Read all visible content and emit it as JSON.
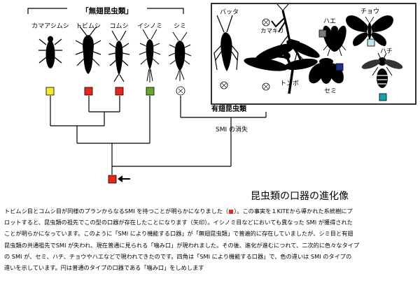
{
  "groups": {
    "wingless": "「無翅昆虫類」",
    "winged": "有翅昆虫類"
  },
  "taxa": [
    {
      "label": "カマアシムシ",
      "color": "#f4e82a",
      "marker": "square"
    },
    {
      "label": "トビムシ",
      "color": "#e8271c",
      "marker": "square"
    },
    {
      "label": "コムシ",
      "color": "#e8271c",
      "marker": "square"
    },
    {
      "label": "イシノミ",
      "color": "#67a631",
      "marker": "square"
    },
    {
      "label": "シミ",
      "color": "#ffffff",
      "marker": "circle"
    }
  ],
  "winged_insects": [
    {
      "label": "バッタ",
      "color": "#ffffff",
      "marker": "circle"
    },
    {
      "label": "カマキリ",
      "color": "#ffffff",
      "marker": "circle"
    },
    {
      "label": "トンボ",
      "color": "#ffffff",
      "marker": "circle"
    },
    {
      "label": "ハエ",
      "color": "#7a7a7a",
      "marker": "square"
    },
    {
      "label": "チョウ",
      "color": "#bfe6ee",
      "marker": "square"
    },
    {
      "label": "ハチ",
      "color": "#14a3ad",
      "marker": "square"
    },
    {
      "label": "セミ",
      "color": "#1d2e8c",
      "marker": "square"
    }
  ],
  "node_label": "SMI の消失",
  "root": {
    "color": "#e8271c"
  },
  "title": "昆虫類の口器の進化像",
  "caption": {
    "line1a": "トビムシ目とコムシ目が同様のプランからなるSMI を持つことが明らかになりました（",
    "line1b": "）。この事実を１KITEから導かれた系統樹にプ",
    "line2": "ロットすると、昆虫類の祖先でこの型の口器が存在したことになります（矢印）。イシノミ目などにおいても異なった SMI が獲得された",
    "line3": "ことが明らかになっています。このように「SMI により機能する口器」が「無翅昆虫類」で普遍的に存在していましたが、シミ目と有翅",
    "line4": "昆虫類の共通祖先でSMI が失われ、現在普通に見られる「噛み口」が現われました。その後、進化が進むにつれて、二次的に色々なタイプ",
    "line5": "の SMI が、セミ、ハチ、チョウやハエなどで現われてきたのです。四角は「SMI により機能する口器」で、色の違いは SMI のタイプの",
    "line6": "違いを示しています。円は普通のタイプの口器である「噛み口」をしめします"
  }
}
